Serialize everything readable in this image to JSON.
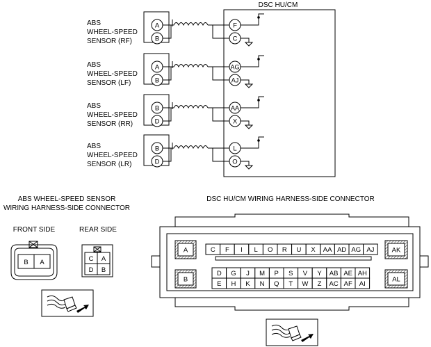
{
  "module_title": "DSC HU/CM",
  "sensors": [
    {
      "label": [
        "ABS",
        "WHEEL-SPEED",
        "SENSOR (RF)"
      ],
      "sensor_pins": [
        "A",
        "B"
      ],
      "module_pins": [
        "F",
        "C"
      ]
    },
    {
      "label": [
        "ABS",
        "WHEEL-SPEED",
        "SENSOR (LF)"
      ],
      "sensor_pins": [
        "A",
        "B"
      ],
      "module_pins": [
        "AG",
        "AJ"
      ]
    },
    {
      "label": [
        "ABS",
        "WHEEL-SPEED",
        "SENSOR (RR)"
      ],
      "sensor_pins": [
        "B",
        "D"
      ],
      "module_pins": [
        "AA",
        "X"
      ]
    },
    {
      "label": [
        "ABS",
        "WHEEL-SPEED",
        "SENSOR (LR)"
      ],
      "sensor_pins": [
        "B",
        "D"
      ],
      "module_pins": [
        "L",
        "O"
      ]
    }
  ],
  "sensor_connector": {
    "title": [
      "ABS WHEEL-SPEED SENSOR",
      "WIRING HARNESS-SIDE CONNECTOR"
    ],
    "front_label": "FRONT SIDE",
    "rear_label": "REAR SIDE",
    "front_pins": [
      "B",
      "A"
    ],
    "rear_pins": [
      [
        "C",
        "A"
      ],
      [
        "D",
        "B"
      ]
    ]
  },
  "module_connector": {
    "title": "DSC HU/CM WIRING HARNESS-SIDE CONNECTOR",
    "left_pins": [
      "A",
      "B"
    ],
    "right_pins": [
      "AK",
      "AL"
    ],
    "top_row": [
      "C",
      "F",
      "I",
      "L",
      "O",
      "R",
      "U",
      "X",
      "AA",
      "AD",
      "AG",
      "AJ"
    ],
    "mid_row1": [
      "D",
      "G",
      "J",
      "M",
      "P",
      "S",
      "V",
      "Y",
      "AB",
      "AE",
      "AH"
    ],
    "mid_row2": [
      "E",
      "H",
      "K",
      "N",
      "Q",
      "T",
      "W",
      "Z",
      "AC",
      "AF",
      "AI"
    ]
  }
}
